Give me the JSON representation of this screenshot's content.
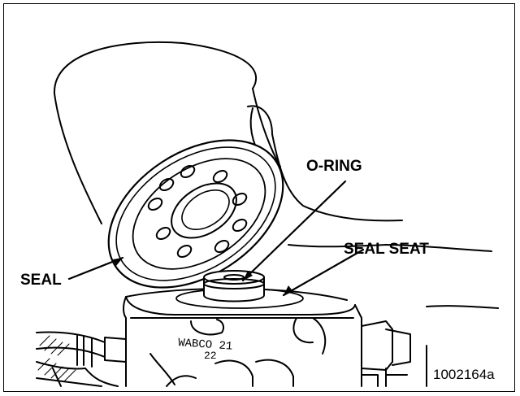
{
  "labels": {
    "o_ring": "O-RING",
    "seal_seat": "SEAL SEAT",
    "seal": "SEAL"
  },
  "figure_id": "1002164a",
  "casting_text": {
    "line1": "WABCO 21",
    "line2": "22"
  }
}
